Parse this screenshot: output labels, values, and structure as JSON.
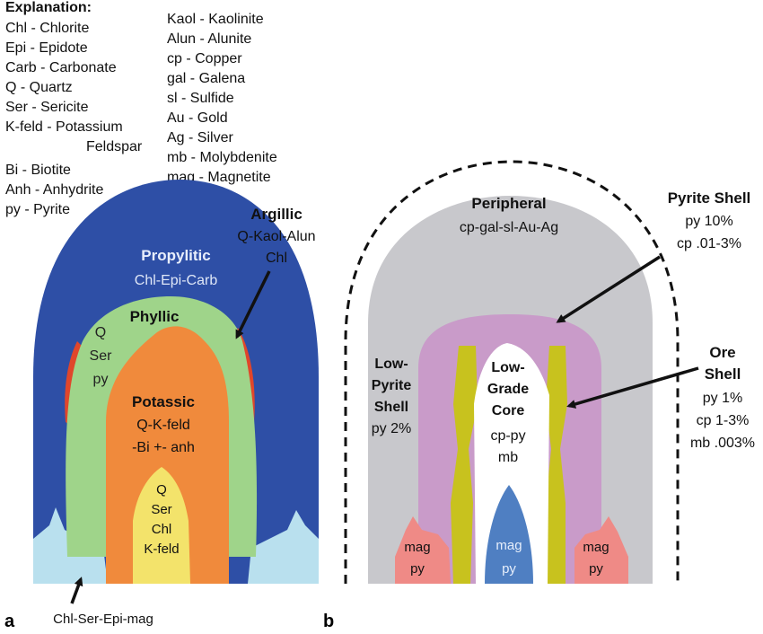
{
  "legend": {
    "title": "Explanation:",
    "col1": [
      "Chl - Chlorite",
      "Epi - Epidote",
      "Carb - Carbonate",
      "Q - Quartz",
      "Ser - Sericite",
      "K-feld - Potassium",
      "Feldspar",
      "Bi - Biotite",
      "Anh - Anhydrite",
      "py - Pyrite"
    ],
    "col2": [
      "Kaol - Kaolinite",
      "Alun - Alunite",
      "cp - Copper",
      "gal - Galena",
      "sl - Sulfide",
      "Au - Gold",
      "Ag - Silver",
      "mb - Molybdenite",
      "mag - Magnetite"
    ]
  },
  "panel_a": {
    "letter": "a",
    "propylitic": {
      "name": "Propylitic",
      "minerals": "Chl-Epi-Carb",
      "color": "#2e4fa6"
    },
    "argillic": {
      "name": "Argillic",
      "line1": "Q-Kaol-Alun",
      "line2": "Chl",
      "color": "#e0462b"
    },
    "phyllic": {
      "name": "Phyllic",
      "line1": "Q",
      "line2": "Ser",
      "line3": "py",
      "color": "#9fd48a"
    },
    "potassic": {
      "name": "Potassic",
      "line1": "Q-K-feld",
      "line2": "-Bi +- anh",
      "color": "#f08a3c"
    },
    "core": {
      "line1": "Q",
      "line2": "Ser",
      "line3": "Chl",
      "line4": "K-feld",
      "color": "#f3e36b"
    },
    "base_zone": {
      "label": "Chl-Ser-Epi-mag",
      "color": "#b9e0ee"
    }
  },
  "panel_b": {
    "letter": "b",
    "peripheral": {
      "name": "Peripheral",
      "minerals": "cp-gal-sl-Au-Ag",
      "color": "#c8c8cc"
    },
    "pyrite_shell": {
      "name": "Pyrite Shell",
      "line1": "py 10%",
      "line2": "cp .01-3%",
      "color": "#c99bc9"
    },
    "low_pyrite_shell": {
      "line1": "Low-",
      "line2": "Pyrite",
      "line3": "Shell",
      "line4": "py 2%"
    },
    "ore_shell": {
      "line1": "Ore",
      "line2": "Shell",
      "line3": "py 1%",
      "line4": "cp 1-3%",
      "line5": "mb .003%",
      "color": "#c8c21e"
    },
    "low_grade_core": {
      "line1": "Low-",
      "line2": "Grade",
      "line3": "Core",
      "line4": "cp-py",
      "line5": "mb"
    },
    "mag_left": {
      "line1": "mag",
      "line2": "py",
      "color": "#ef8a86"
    },
    "mag_center": {
      "line1": "mag",
      "line2": "py",
      "color": "#4f7fc2"
    },
    "mag_right": {
      "line1": "mag",
      "line2": "py"
    }
  }
}
